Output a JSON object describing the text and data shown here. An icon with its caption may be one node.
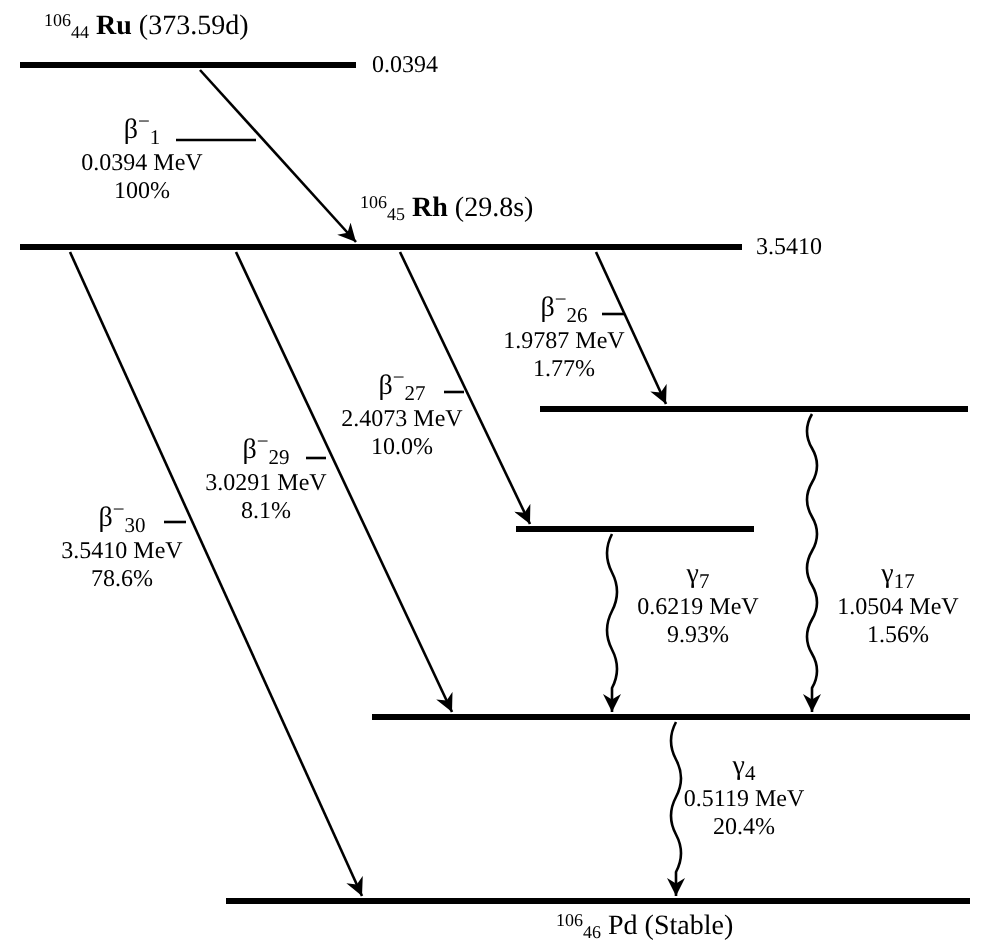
{
  "diagram": {
    "nodes": [
      {
        "text": [
          "$^{106}$$_{44}$ **Ru** (373.59d)"
        ],
        "beside": [
          "0.0394"
        ]
      },
      {
        "text": [
          "$^{106}$$_{45}$ **Rh** (29.8s)"
        ],
        "beside": [
          "3.5410"
        ]
      },
      {
        "text": [],
        "shape": "bar"
      },
      {
        "text": [],
        "shape": "bar"
      },
      {
        "text": [],
        "shape": "bar"
      },
      {
        "text": [
          "$^{106}$$_{46}$ Pd (Stable)"
        ]
      }
    ],
    "edges": [
      {
        "from": 0,
        "to": 1,
        "arrow": "to",
        "label": "β$^{−}$$_{1}$ 0.0394 MeV 100%"
      },
      {
        "from": 1,
        "to": 2,
        "arrow": "to",
        "label": "β$^{−}$$_{26}$ 1.9787 MeV 1.77%"
      },
      {
        "from": 1,
        "to": 3,
        "arrow": "to",
        "label": "β$^{−}$$_{27}$ 2.4073 MeV 10.0%"
      },
      {
        "from": 1,
        "to": 4,
        "arrow": "to",
        "label": "β$^{−}$$_{29}$ 3.0291 MeV 8.1%"
      },
      {
        "from": 1,
        "to": 5,
        "arrow": "to",
        "label": "β$^{−}$$_{30}$ 3.5410 MeV 78.6%"
      },
      {
        "from": 3,
        "to": 4,
        "arrow": "to",
        "label": "γ$_{7}$ 0.6219 MeV 9.93%"
      },
      {
        "from": 2,
        "to": 4,
        "arrow": "to",
        "label": "γ$_{17}$ 1.0504 MeV 1.56%"
      },
      {
        "from": 4,
        "to": 5,
        "arrow": "to",
        "label": "γ$_{4}$ 0.5119 MeV 20.4%"
      }
    ]
  }
}
